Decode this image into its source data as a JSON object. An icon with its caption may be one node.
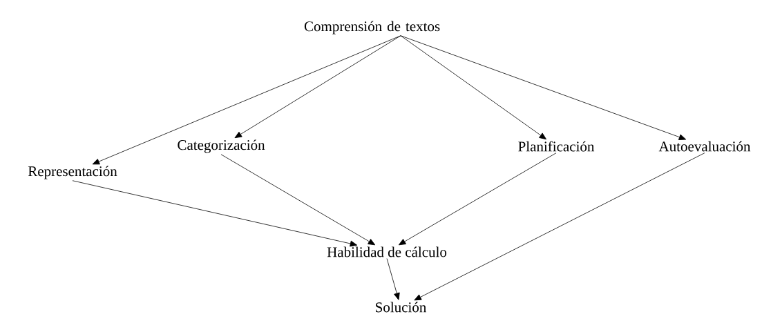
{
  "diagram": {
    "nodes": [
      {
        "text": [
          "Comprensión de textos"
        ]
      },
      {
        "text": [
          "Representación"
        ]
      },
      {
        "text": [
          "Categorización"
        ]
      },
      {
        "text": [
          "Planificación"
        ]
      },
      {
        "text": [
          "Autoevaluación"
        ]
      },
      {
        "text": [
          "Habilidad de cálculo"
        ]
      },
      {
        "text": [
          "Solución"
        ]
      }
    ],
    "edges": [
      {
        "from": 0,
        "to": 1,
        "arrow": "to"
      },
      {
        "from": 0,
        "to": 2,
        "arrow": "to"
      },
      {
        "from": 0,
        "to": 3,
        "arrow": "to"
      },
      {
        "from": 0,
        "to": 4,
        "arrow": "to"
      },
      {
        "from": 1,
        "to": 5,
        "arrow": "to"
      },
      {
        "from": 2,
        "to": 5,
        "arrow": "to"
      },
      {
        "from": 3,
        "to": 5,
        "arrow": "to"
      },
      {
        "from": 4,
        "to": 6,
        "arrow": "to"
      },
      {
        "from": 5,
        "to": 6,
        "arrow": "to"
      }
    ]
  }
}
